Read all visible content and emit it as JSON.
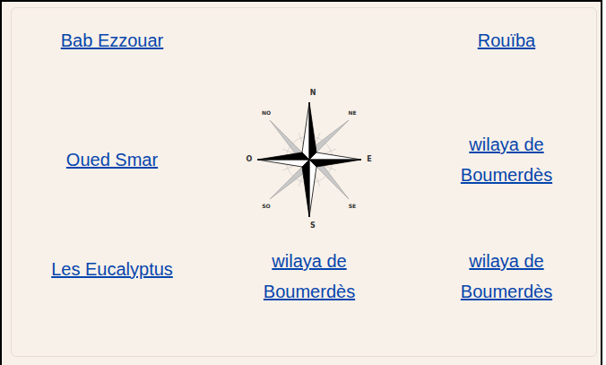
{
  "diagram": {
    "labels": [
      "Bab Ezzouar",
      "Rouïba",
      "Oued Smar",
      "wilaya de Boumerdès",
      "Les Eucalyptus",
      "wilaya de Boumerdès",
      "wilaya de Boumerdès",
      "N",
      "O",
      "E",
      "S",
      "NO",
      "NE",
      "SO",
      "SE"
    ]
  }
}
